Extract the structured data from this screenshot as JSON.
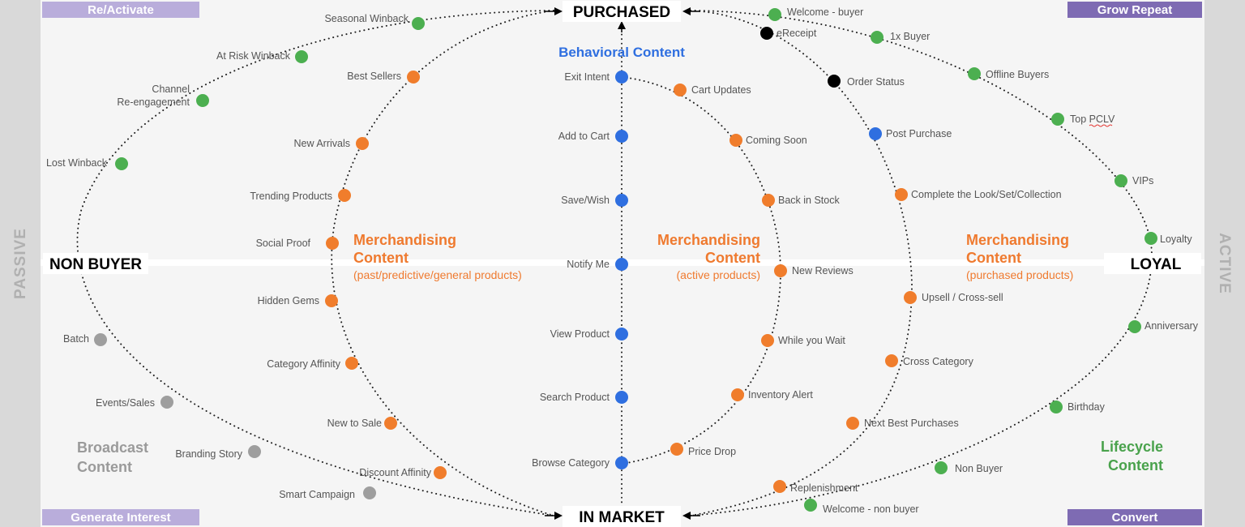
{
  "axis": {
    "top": "PURCHASED",
    "bottom": "IN MARKET",
    "left": "NON BUYER",
    "right": "LOYAL"
  },
  "sides": {
    "left": "PASSIVE",
    "right": "ACTIVE"
  },
  "corners": {
    "top_left": "Re/Activate",
    "top_right": "Grow Repeat",
    "bottom_left": "Generate Interest",
    "bottom_right": "Convert"
  },
  "sections": {
    "behavioral": "Behavioral Content",
    "merch_left": {
      "line1": "Merchandising",
      "line2": "Content",
      "sub": "(past/predictive/general products)"
    },
    "merch_mid": {
      "line1": "Merchandising",
      "line2": "Content",
      "sub": "(active products)"
    },
    "merch_right": {
      "line1": "Merchandising",
      "line2": "Content",
      "sub": "(purchased products)"
    },
    "broadcast": {
      "line1": "Broadcast",
      "line2": "Content"
    },
    "lifecycle": {
      "line1": "Lifecycle",
      "line2": "Content"
    }
  },
  "colors": {
    "green": "#4caf50",
    "orange": "#f07d2c",
    "blue": "#2f6fe0",
    "gray": "#9e9e9e",
    "black": "#000000"
  },
  "nodes": {
    "seasonal_winback": "Seasonal Winback",
    "at_risk_winback": "At Risk Winback",
    "channel_reengagement_1": "Channel",
    "channel_reengagement_2": "Re-engagement",
    "lost_winback": "Lost Winback",
    "batch": "Batch",
    "events_sales": "Events/Sales",
    "branding_story": "Branding Story",
    "smart_campaign": "Smart Campaign",
    "best_sellers": "Best Sellers",
    "new_arrivals": "New Arrivals",
    "trending_products": "Trending Products",
    "social_proof": "Social Proof",
    "hidden_gems": "Hidden Gems",
    "category_affinity": "Category Affinity",
    "new_to_sale": "New to Sale",
    "discount_affinity": "Discount  Affinity",
    "exit_intent": "Exit Intent",
    "add_to_cart": "Add to Cart",
    "save_wish": "Save/Wish",
    "notify_me": "Notify Me",
    "view_product": "View Product",
    "search_product": "Search Product",
    "browse_category": "Browse Category",
    "cart_updates": "Cart Updates",
    "coming_soon": "Coming Soon",
    "back_in_stock": "Back in Stock",
    "new_reviews": "New Reviews",
    "while_you_wait": "While you Wait",
    "inventory_alert": "Inventory Alert",
    "price_drop": "Price Drop",
    "welcome_buyer": "Welcome - buyer",
    "ereceipt": "eReceipt",
    "order_status": "Order Status",
    "post_purchase": "Post Purchase",
    "complete_the_look": "Complete the Look/Set/Collection",
    "upsell_cross_sell": "Upsell / Cross-sell",
    "cross_category": "Cross Category",
    "next_best_purchases": "Next Best Purchases",
    "replenishment": "Replenishment",
    "one_x_buyer": "1x Buyer",
    "offline_buyers": "Offline Buyers",
    "top_pclv": "Top PCLV",
    "vips": "VIPs",
    "loyalty": "Loyalty",
    "anniversary": "Anniversary",
    "birthday": "Birthday",
    "non_buyer": "Non Buyer",
    "welcome_non_buyer": "Welcome - non buyer"
  }
}
